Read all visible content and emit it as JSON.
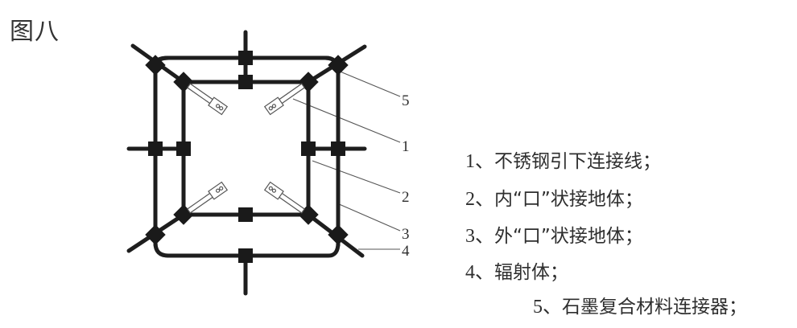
{
  "figure": {
    "title": "图八"
  },
  "diagram": {
    "callouts": [
      {
        "id": "5",
        "label": "5"
      },
      {
        "id": "1",
        "label": "1"
      },
      {
        "id": "2",
        "label": "2"
      },
      {
        "id": "3",
        "label": "3"
      },
      {
        "id": "4",
        "label": "4"
      }
    ],
    "colors": {
      "conductor": "#1e1e1e",
      "connector": "#1a1a1a",
      "leader_line": "#555555",
      "lead_strip": "#666666"
    }
  },
  "legend": {
    "items": [
      {
        "num": "1、",
        "text": "不锈钢引下连接线；"
      },
      {
        "num": "2、",
        "text": "内“口”状接地体；"
      },
      {
        "num": "3、",
        "text": "外“口”状接地体；"
      },
      {
        "num": "4、",
        "text": "辐射体；"
      },
      {
        "num": "5、",
        "text": "石墨复合材料连接器；"
      }
    ]
  }
}
